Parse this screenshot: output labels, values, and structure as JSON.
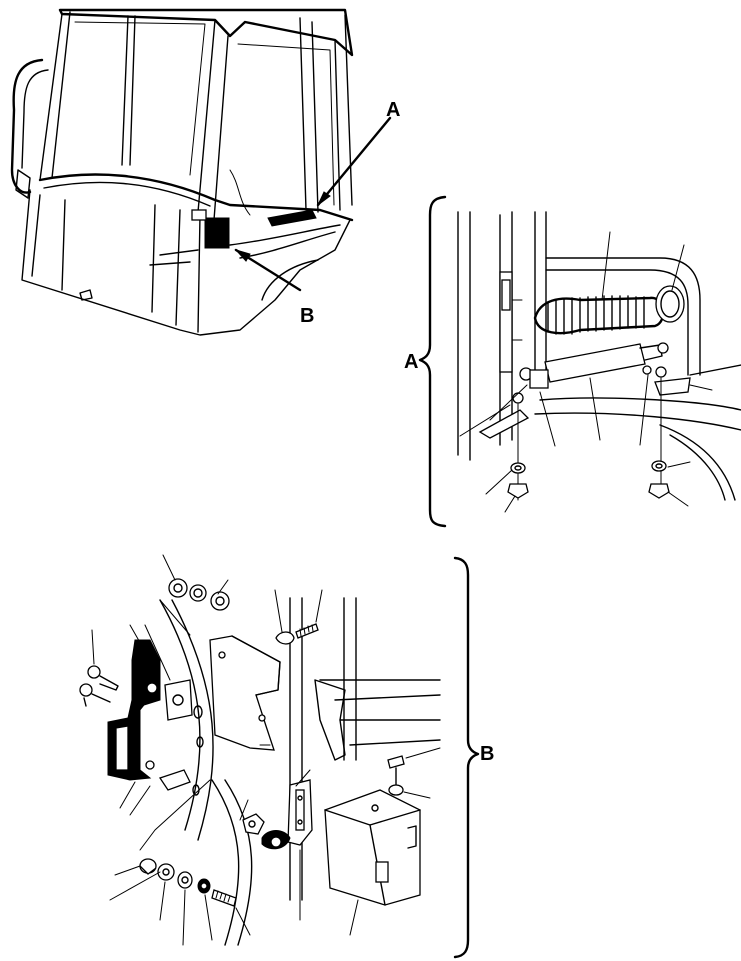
{
  "callouts": {
    "detail_a": "A",
    "detail_b": "B",
    "view_a": "A",
    "view_b": "B"
  },
  "colors": {
    "line": "#000000",
    "background": "#ffffff"
  }
}
